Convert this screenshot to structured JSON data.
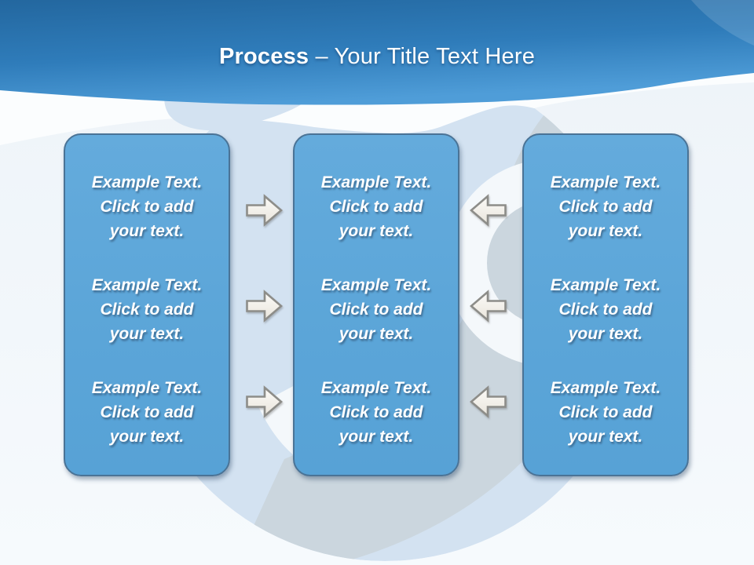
{
  "slide": {
    "title": {
      "bold": "Process",
      "rest": " – Your Title Text Here"
    }
  },
  "columns": [
    {
      "name": "left-column",
      "items": [
        {
          "text": "Example Text.\nClick  to add\nyour text."
        },
        {
          "text": "Example Text.\nClick  to add\nyour text."
        },
        {
          "text": "Example Text.\nClick  to add\nyour text."
        }
      ]
    },
    {
      "name": "center-column",
      "items": [
        {
          "text": "Example Text.\nClick  to add\nyour text."
        },
        {
          "text": "Example Text.\nClick  to add\nyour text."
        },
        {
          "text": "Example Text.\nClick  to add\nyour text."
        }
      ]
    },
    {
      "name": "right-column",
      "items": [
        {
          "text": "Example Text.\nClick  to add\nyour text."
        },
        {
          "text": "Example Text.\nClick  to add\nyour text."
        },
        {
          "text": "Example Text.\nClick  to add\nyour text."
        }
      ]
    }
  ],
  "arrows": {
    "left_gap_direction": "right",
    "right_gap_direction": "left",
    "count_per_gap": 3
  },
  "colors": {
    "header_top": "#2b6ca7",
    "header_bottom": "#4896d3",
    "title_text": "#ffffff",
    "box_fill": "#5ba5d8",
    "box_border": "#4a7396",
    "box_text": "#ffffff",
    "background_circle": "#d3e2f1",
    "circle_shadow_gray": "#cbd6de",
    "ring_white": "#f4f8fb",
    "arrow_fill": "#f1efe9",
    "arrow_border": "#8d8d89",
    "page_background": "#f2f7fb"
  }
}
